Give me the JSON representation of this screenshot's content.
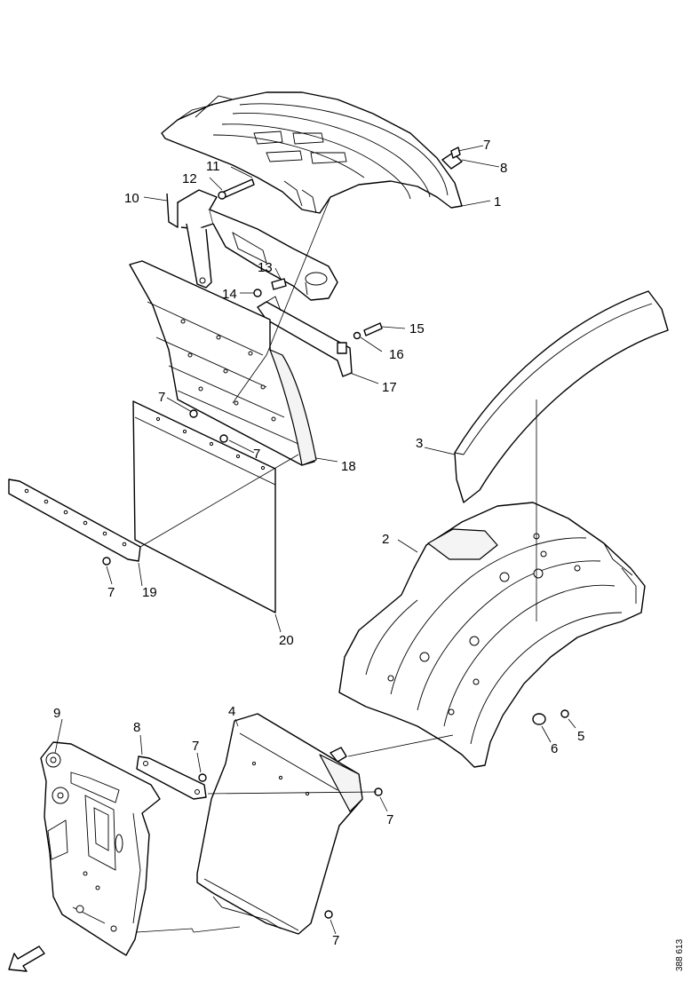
{
  "diagram": {
    "callouts": [
      {
        "id": "c1",
        "text": "1"
      },
      {
        "id": "c2",
        "text": "2"
      },
      {
        "id": "c3",
        "text": "3"
      },
      {
        "id": "c4",
        "text": "4"
      },
      {
        "id": "c5",
        "text": "5"
      },
      {
        "id": "c6",
        "text": "6"
      },
      {
        "id": "c7a",
        "text": "7"
      },
      {
        "id": "c7b",
        "text": "7"
      },
      {
        "id": "c7c",
        "text": "7"
      },
      {
        "id": "c7d",
        "text": "7"
      },
      {
        "id": "c7e",
        "text": "7"
      },
      {
        "id": "c7f",
        "text": "7"
      },
      {
        "id": "c7g",
        "text": "7"
      },
      {
        "id": "c8a",
        "text": "8"
      },
      {
        "id": "c8b",
        "text": "8"
      },
      {
        "id": "c9",
        "text": "9"
      },
      {
        "id": "c10",
        "text": "10"
      },
      {
        "id": "c11",
        "text": "11"
      },
      {
        "id": "c12",
        "text": "12"
      },
      {
        "id": "c13",
        "text": "13"
      },
      {
        "id": "c14",
        "text": "14"
      },
      {
        "id": "c15",
        "text": "15"
      },
      {
        "id": "c16",
        "text": "16"
      },
      {
        "id": "c17",
        "text": "17"
      },
      {
        "id": "c18",
        "text": "18"
      },
      {
        "id": "c19",
        "text": "19"
      },
      {
        "id": "c20",
        "text": "20"
      }
    ],
    "drawing_code": "388 613",
    "direction_icon": "arrow-forward-left-icon"
  }
}
